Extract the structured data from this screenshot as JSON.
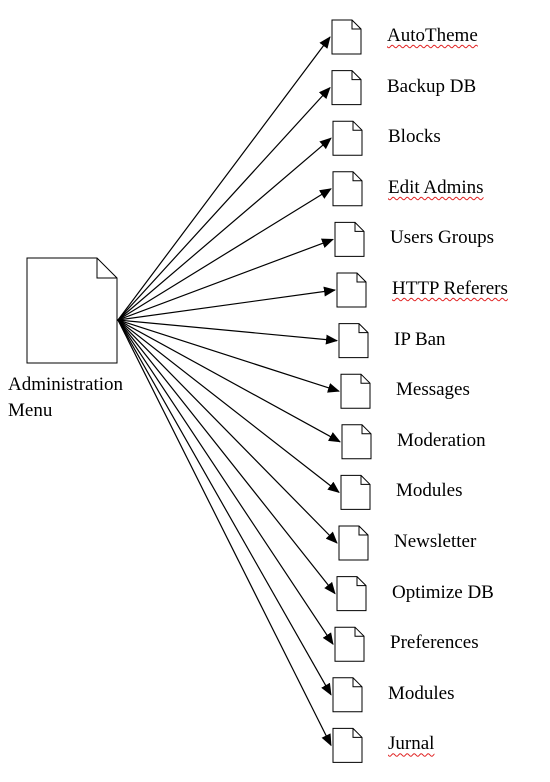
{
  "source": {
    "label_line1": "Administration",
    "label_line2": "Menu"
  },
  "targets": [
    {
      "label": "AutoTheme",
      "spell_error": true
    },
    {
      "label": "Backup DB",
      "spell_error": false
    },
    {
      "label": "Blocks",
      "spell_error": false
    },
    {
      "label": "Edit Admins",
      "spell_error": true
    },
    {
      "label": "Users Groups",
      "spell_error": false
    },
    {
      "label": "HTTP Referers",
      "spell_error": true
    },
    {
      "label": "IP Ban",
      "spell_error": false
    },
    {
      "label": "Messages",
      "spell_error": false
    },
    {
      "label": "Moderation",
      "spell_error": false
    },
    {
      "label": "Modules",
      "spell_error": false
    },
    {
      "label": "Newsletter",
      "spell_error": false
    },
    {
      "label": "Optimize DB",
      "spell_error": false
    },
    {
      "label": "Preferences",
      "spell_error": false
    },
    {
      "label": "Modules",
      "spell_error": false
    },
    {
      "label": "Jurnal",
      "spell_error": true
    }
  ],
  "colors": {
    "stroke": "#000000",
    "spell_underline": "#e02020"
  },
  "icons": {
    "source": "document-icon",
    "target": "document-icon",
    "connector": "arrow"
  }
}
